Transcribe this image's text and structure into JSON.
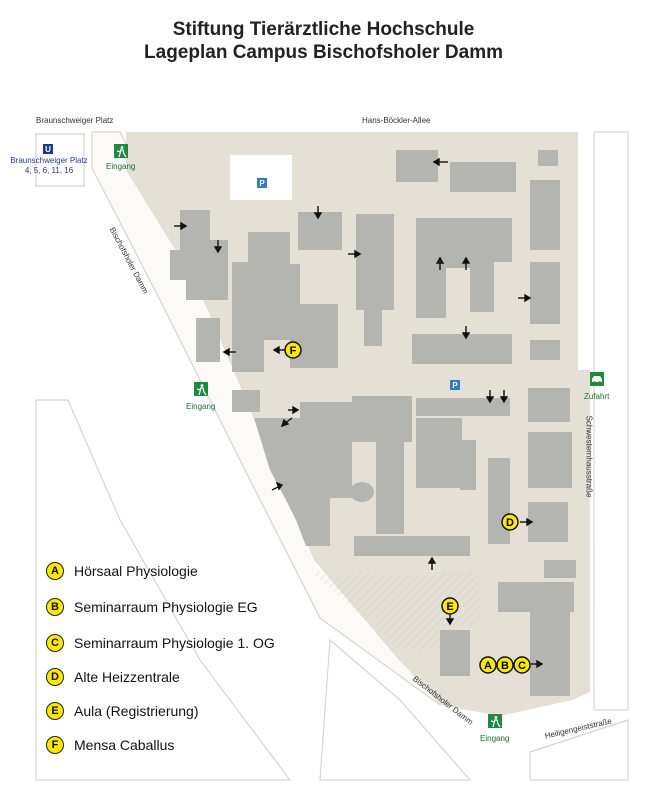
{
  "title": {
    "line1": "Stiftung Tierärztliche Hochschule",
    "line2": "Lageplan Campus Bischofsholer Damm"
  },
  "streets": {
    "braunschweiger_platz": "Braunschweiger Platz",
    "hans_boeckler_allee": "Hans-Böckler-Allee",
    "bischofsholer_damm": "Bischofsholer Damm",
    "schwesternhausstrasse": "Schwesternhausstraße",
    "heiligengeiststrasse": "Heiligengeiststraße"
  },
  "transit": {
    "icon": "subway-icon",
    "symbol": "U",
    "stop_name": "Braunschweiger Platz",
    "lines": "4, 5, 6, 11, 16"
  },
  "entrances": {
    "label": "Eingang",
    "zufahrt_label": "Zufahrt"
  },
  "parking_symbol": "P",
  "legend": [
    {
      "key": "A",
      "label": "Hörsaal Physiologie"
    },
    {
      "key": "B",
      "label": "Seminarraum Physiologie EG"
    },
    {
      "key": "C",
      "label": "Seminarraum Physiologie 1. OG"
    },
    {
      "key": "D",
      "label": "Alte Heizzentrale"
    },
    {
      "key": "E",
      "label": "Aula (Registrierung)"
    },
    {
      "key": "F",
      "label": "Mensa Caballus"
    }
  ],
  "colors": {
    "campus": "#e5e0d6",
    "building": "#b4b4b1",
    "marker": "#ffe800",
    "entrance": "#1f8a3f",
    "parking": "#2f7cc0",
    "transit": "#1f3a8a"
  }
}
